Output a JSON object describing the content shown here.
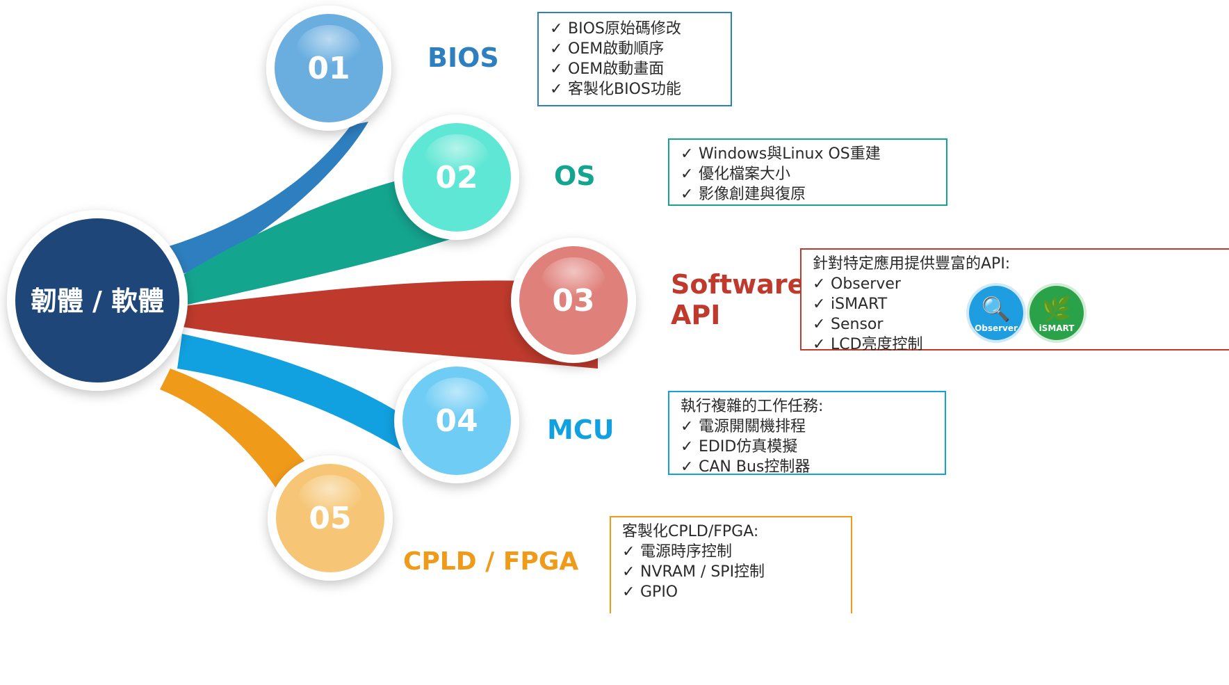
{
  "center": {
    "label": "韌體 / 軟體"
  },
  "items": [
    {
      "number": "01",
      "title_lines": [
        "BIOS"
      ],
      "color": "#2e7fbf",
      "circle_color": "#6aaee0",
      "intro": "",
      "bullets": [
        "BIOS原始碼修改",
        "OEM啟動順序",
        "OEM啟動畫面",
        "客製化BIOS功能"
      ]
    },
    {
      "number": "02",
      "title_lines": [
        "OS"
      ],
      "color": "#14a58f",
      "circle_color": "#5ee7d4",
      "intro": "",
      "bullets": [
        "Windows與Linux OS重建",
        "優化檔案大小",
        "影像創建與復原"
      ]
    },
    {
      "number": "03",
      "title_lines": [
        "Software",
        "API"
      ],
      "color": "#bf3a2c",
      "circle_color": "#e0807a",
      "intro": "針對特定應用提供豐富的API:",
      "bullets": [
        "Observer",
        "iSMART",
        "Sensor",
        "LCD亮度控制"
      ]
    },
    {
      "number": "04",
      "title_lines": [
        "MCU"
      ],
      "color": "#11a0e0",
      "circle_color": "#6fcdf5",
      "intro": "執行複雜的工作任務:",
      "bullets": [
        "電源開關機排程",
        "EDID仿真模擬",
        "CAN Bus控制器"
      ]
    },
    {
      "number": "05",
      "title_lines": [
        "CPLD /  FPGA"
      ],
      "color": "#f09a1a",
      "circle_color": "#f6c676",
      "intro": "客製化CPLD/FPGA:",
      "bullets": [
        "電源時序控制",
        "NVRAM / SPI控制",
        "GPIO"
      ]
    }
  ],
  "checkmark": "✓",
  "badges": [
    {
      "name": "Observer",
      "icon": "magnifier-icon",
      "color": "#1e9ee0"
    },
    {
      "name": "iSMART",
      "icon": "leaf-plug-icon",
      "color": "#2aa24a"
    }
  ],
  "colors": {
    "center": "#1e4679",
    "box_borders": [
      "#2e7fbf",
      "#14a58f",
      "#bf3a2c",
      "#11a0e0",
      "#f09a1a"
    ]
  }
}
